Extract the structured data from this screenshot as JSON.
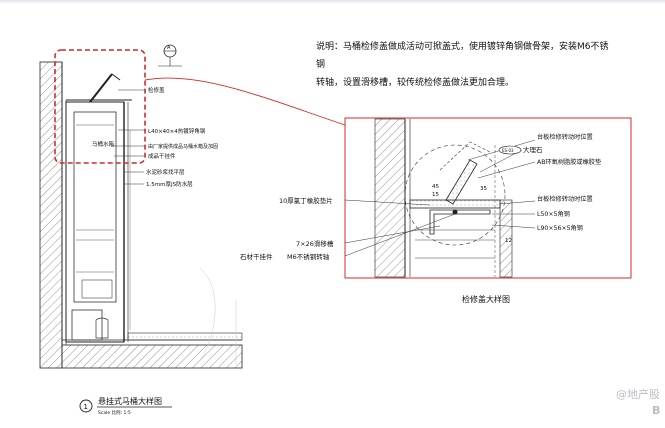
{
  "note": {
    "line1": "说明：马桶检修盖做成活动可掀盖式，使用镀锌角钢做骨架，安装M6不锈钢",
    "line2": "转轴，设置滑移槽，较传统检修盖做法更加合理。"
  },
  "left_drawing": {
    "labels": {
      "access_cover": "检修盖",
      "angle_steel": "L40×40×4热镀锌角钢",
      "toilet_tank": "马桶水箱",
      "fixed_tank": "由厂家提供成品马桶水箱及加固",
      "finished_hanger": "成品干挂件",
      "leveling": "水泥砂浆找平层",
      "waterproof": "1.5mm厚JS防水层"
    },
    "ref_mark": "A",
    "title_number": "1",
    "title": "悬挂式马桶大样图",
    "scale": "Scale 比例: 1:5"
  },
  "detail": {
    "labels": {
      "open_pos": "台板检修转动时位置",
      "marble_code": "ES-03",
      "marble": "大理石",
      "ab_glue": "AB环氧树脂胶或橡胶垫",
      "closed_pos": "台板检修转动时位置",
      "angle1": "L50×5角钢",
      "angle2": "L90×56×5角钢",
      "rubber": "10厚氯丁橡胶垫片",
      "slot": "7×26滑移槽",
      "hanger": "石材干挂件",
      "shaft": "M6不锈钢转轴"
    },
    "dims": [
      "45",
      "15",
      "35",
      "12"
    ],
    "title": "检修盖大样图"
  },
  "watermark": {
    "line1": "@地产股",
    "line2": "B"
  },
  "colors": {
    "callout_red": "#d42a2a",
    "line": "#222222"
  }
}
